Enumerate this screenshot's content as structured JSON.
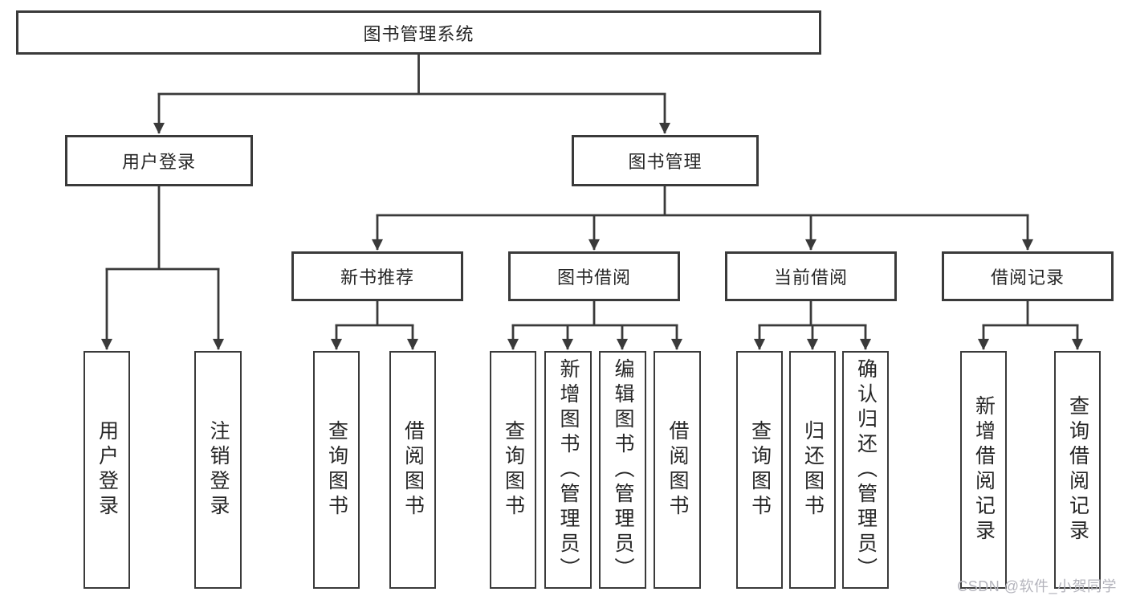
{
  "diagram": {
    "tree": {
      "root": "图书管理系统",
      "branches": [
        {
          "label": "用户登录",
          "children": [
            "用户登录",
            "注销登录"
          ]
        },
        {
          "label": "图书管理",
          "groups": [
            {
              "label": "新书推荐",
              "children": [
                "查询图书",
                "借阅图书"
              ]
            },
            {
              "label": "图书借阅",
              "children": [
                "查询图书",
                "新增图书（管理员）",
                "编辑图书（管理员）",
                "借阅图书"
              ]
            },
            {
              "label": "当前借阅",
              "children": [
                "查询图书",
                "归还图书",
                "确认归还（管理员）"
              ]
            },
            {
              "label": "借阅记录",
              "children": [
                "新增借阅记录",
                "查询借阅记录"
              ]
            }
          ]
        }
      ]
    },
    "colors": {
      "line": "#3a3a3a",
      "text": "#262626",
      "box_background": "#ffffff",
      "watermark": "#b4b4bc"
    }
  },
  "watermark": "CSDN @软件_小贺同学"
}
